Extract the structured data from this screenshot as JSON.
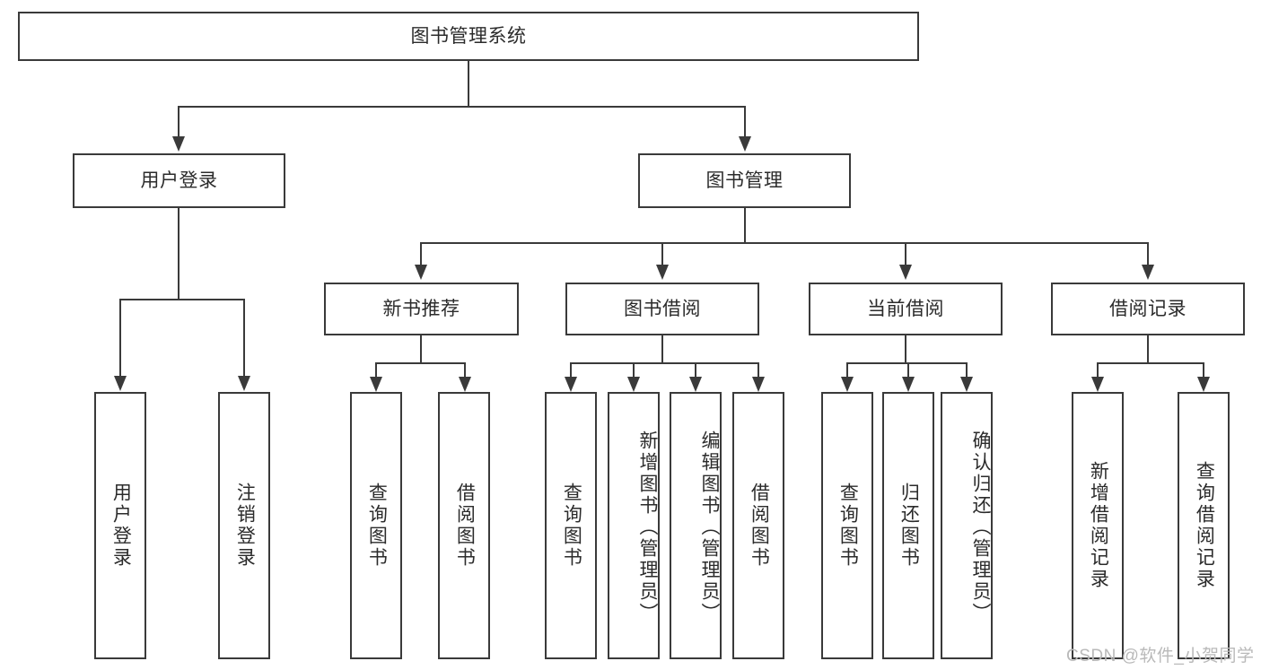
{
  "diagram": {
    "type": "tree",
    "title": "图书管理系统",
    "root": {
      "label": "图书管理系统"
    },
    "level2": [
      {
        "label": "用户登录"
      },
      {
        "label": "图书管理"
      }
    ],
    "level3": [
      {
        "label": "新书推荐"
      },
      {
        "label": "图书借阅"
      },
      {
        "label": "当前借阅"
      },
      {
        "label": "借阅记录"
      }
    ],
    "leaves": {
      "user_login": [
        {
          "label": "用户登录"
        },
        {
          "label": "注销登录"
        }
      ],
      "new_book_recommend": [
        {
          "label": "查询图书"
        },
        {
          "label": "借阅图书"
        }
      ],
      "book_borrow": [
        {
          "label": "查询图书"
        },
        {
          "label": "新增图书（管理员）"
        },
        {
          "label": "编辑图书（管理员）"
        },
        {
          "label": "借阅图书"
        }
      ],
      "current_borrow": [
        {
          "label": "查询图书"
        },
        {
          "label": "归还图书"
        },
        {
          "label": "确认归还（管理员）"
        }
      ],
      "borrow_record": [
        {
          "label": "新增借阅记录"
        },
        {
          "label": "查询借阅记录"
        }
      ]
    },
    "colors": {
      "border": "#3a3a3a",
      "text": "#2b2b2b",
      "background": "#ffffff",
      "watermark": "#b9b9b9"
    }
  },
  "watermark": {
    "text": "CSDN @软件_小贺同学"
  }
}
